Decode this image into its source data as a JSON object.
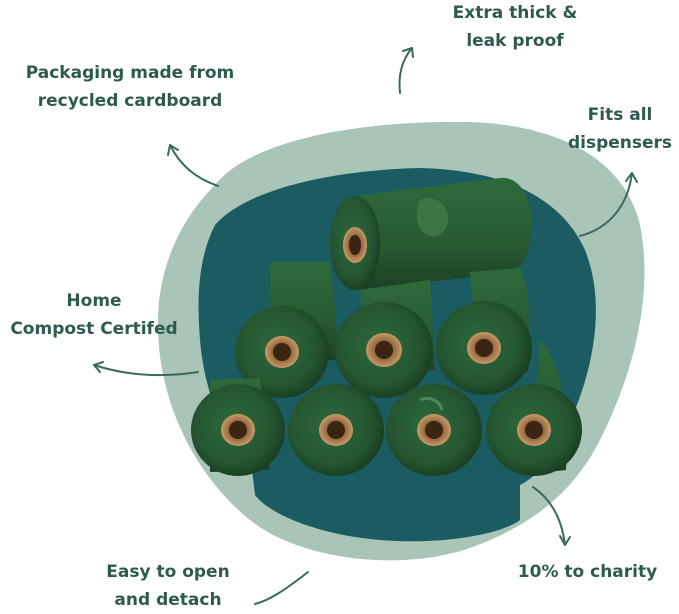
{
  "callouts": {
    "extra_thick": [
      "Extra thick &",
      "leak proof"
    ],
    "packaging": [
      "Packaging made from",
      "recycled cardboard"
    ],
    "fits": [
      "Fits all",
      "dispensers"
    ],
    "home_compost": [
      "Home",
      "Compost Certifed"
    ],
    "easy_open": [
      "Easy to open",
      "and detach"
    ],
    "charity": [
      "10% to charity"
    ]
  },
  "colors": {
    "text": "#2f5a4f",
    "sage_blob": "#a9c6b8",
    "teal_blob": "#1c5c63",
    "roll_green": "#2a5a35",
    "roll_dark": "#1d4426",
    "core": "#b78a5d"
  },
  "product": {
    "description_icon": "green-bag-rolls-stack",
    "roll_count": 8
  }
}
